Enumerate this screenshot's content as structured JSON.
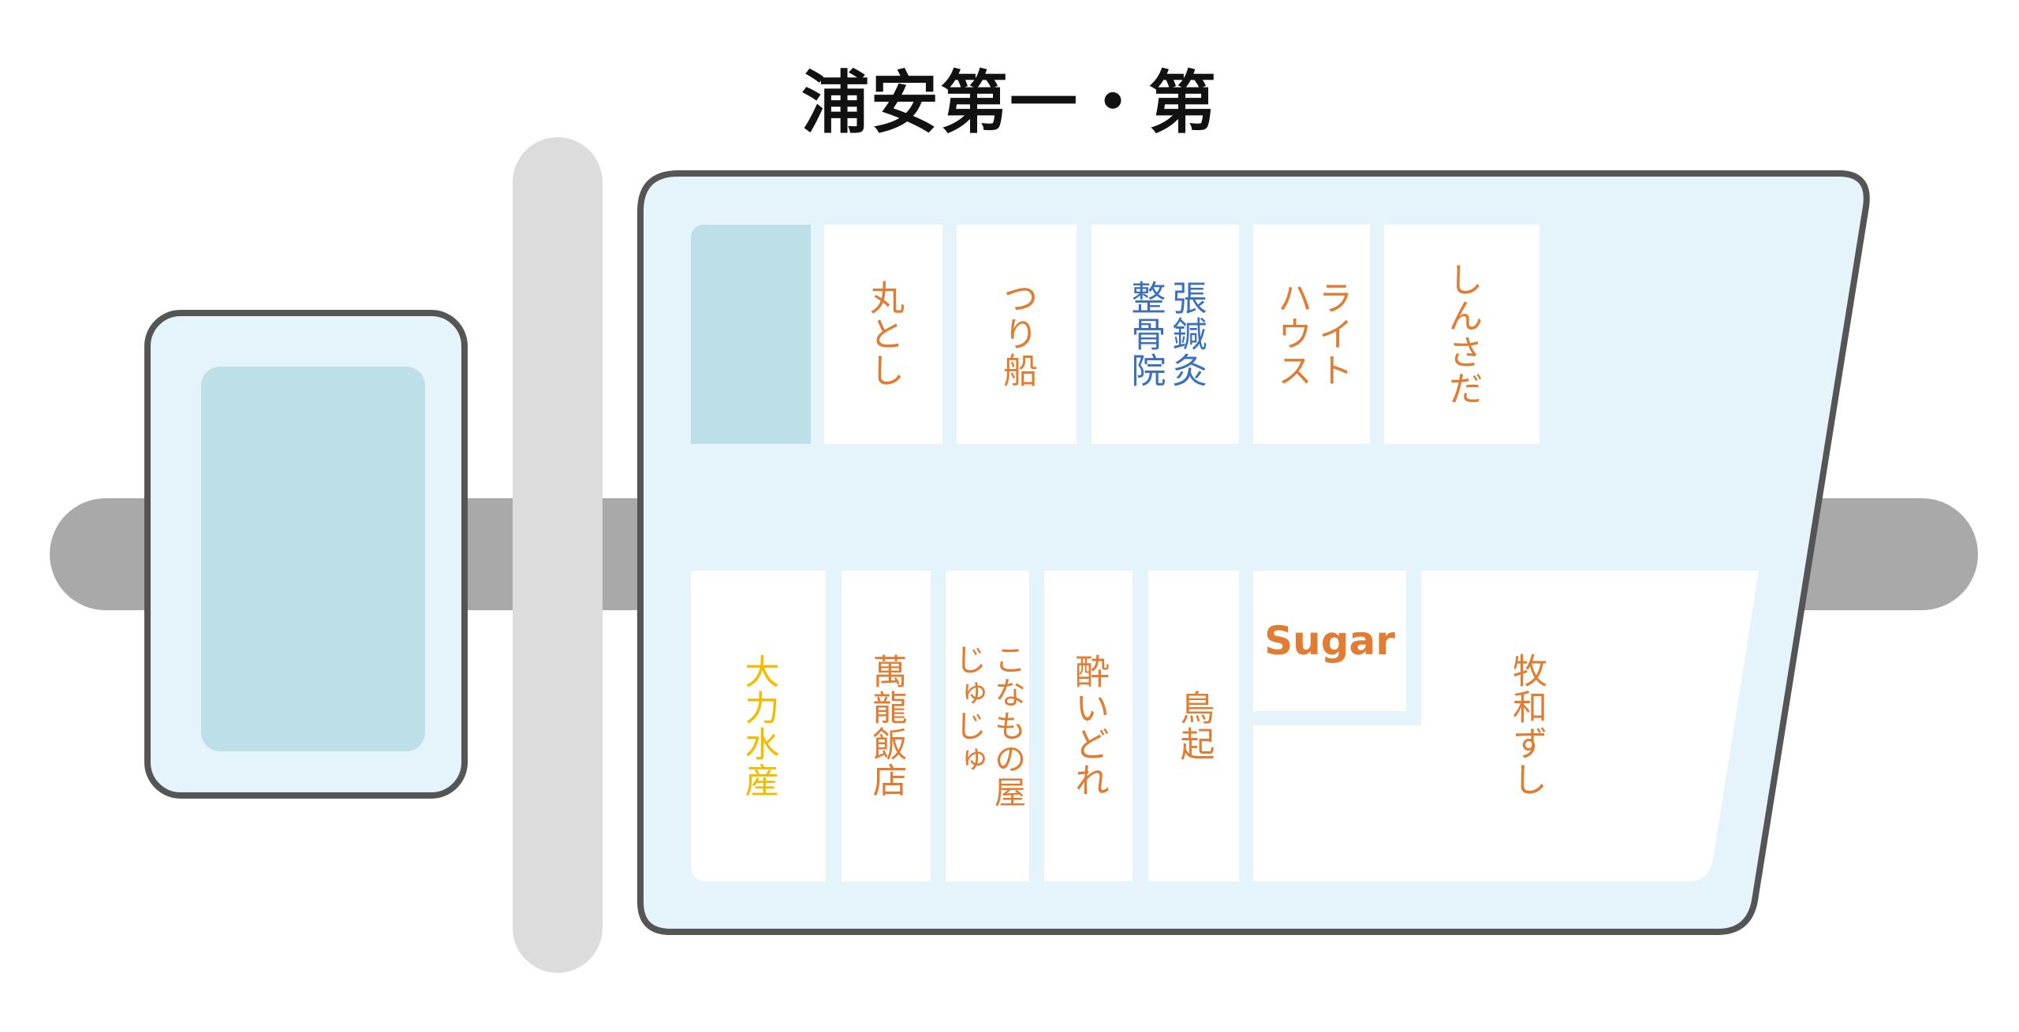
{
  "title": "浦安第一・第二",
  "colors": {
    "orange": "#e07d32",
    "blue": "#3a6fc0",
    "yellow": "#f2bd00",
    "building_fill": "#e5f4fb",
    "building_outline": "#555555",
    "shop_fill": "#ffffff",
    "reserved_block": "#bde0e8",
    "main_road": "#a9a9a9",
    "side_road": "#dcdcdc"
  },
  "top_row": [
    {
      "name": "丸とし",
      "color": "orange"
    },
    {
      "name": "つり船",
      "color": "orange"
    },
    {
      "name": "張鍼灸\n整骨院",
      "color": "blue"
    },
    {
      "name": "ライト\nハウス",
      "color": "orange"
    },
    {
      "name": "しんさだ",
      "color": "orange"
    }
  ],
  "bottom_row": [
    {
      "name": "大力水産",
      "color": "yellow"
    },
    {
      "name": "萬龍飯店",
      "color": "orange"
    },
    {
      "name": "こなもの屋\nじゅじゅ",
      "color": "orange"
    },
    {
      "name": "酔いどれ",
      "color": "orange"
    },
    {
      "name": "鳥起",
      "color": "orange"
    },
    {
      "name": "Sugar",
      "color": "orange"
    },
    {
      "name": "牧和ずし",
      "color": "orange"
    }
  ]
}
